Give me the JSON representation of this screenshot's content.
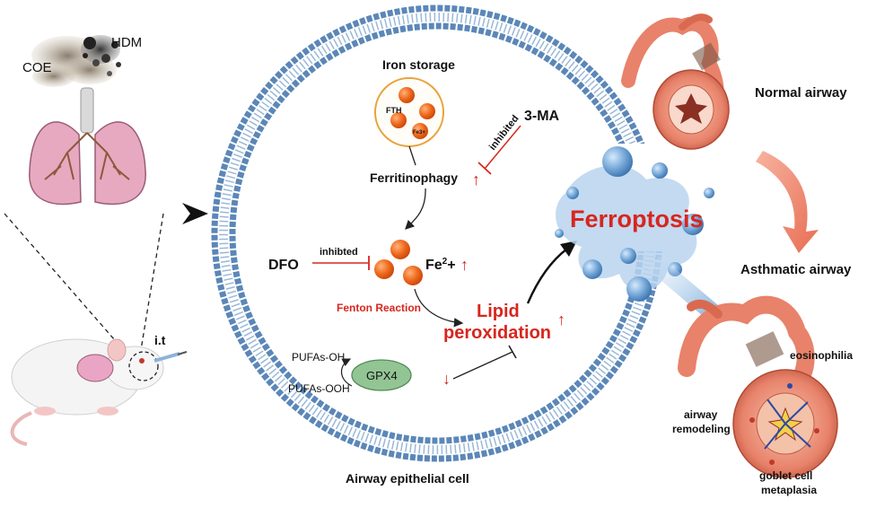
{
  "labels": {
    "coe": "COE",
    "hdm": "HDM",
    "it": "i.t",
    "iron_storage": "Iron storage",
    "fth": "FTH",
    "fe3": "Fe3+",
    "inhibited_3ma": "inhibited",
    "three_ma": "3-MA",
    "ferritinophagy": "Ferritinophagy",
    "dfo": "DFO",
    "inhibted_dfo": "inhibted",
    "fe": "Fe",
    "fe_sup": "2",
    "fe_plus": "+",
    "fenton": "Fenton Reaction",
    "lipid": "Lipid",
    "peroxidation": "peroxidation",
    "pufas_oh": "PUFAs-OH",
    "pufas_ooh": "PUFAs-OOH",
    "gpx4": "GPX4",
    "ferroptosis": "Ferroptosis",
    "cell": "Airway epithelial cell",
    "normal_airway": "Normal airway",
    "asthmatic_airway": "Asthmatic airway",
    "eosinophilia": "eosinophilia",
    "airway_remodeling_1": "airway",
    "airway_remodeling_2": "remodeling",
    "goblet_1": "goblet cell",
    "goblet_2": "metaplasia",
    "up_arrow": "↑",
    "down_arrow": "↓"
  },
  "colors": {
    "membrane": "#5b87b8",
    "membrane_tail": "#9ab8d8",
    "red_text": "#d7261e",
    "iron_orange": "#ef6a1f",
    "gpx4_fill": "#93c594",
    "lung": "#e7a9c0",
    "airway": "#e8826a",
    "ferroptosis_blue": "#6fa3d6"
  }
}
